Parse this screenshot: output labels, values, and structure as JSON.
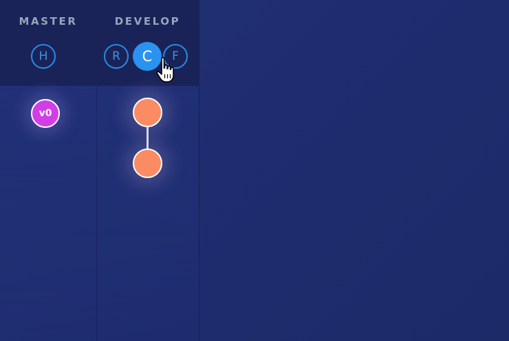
{
  "lanes": [
    {
      "title": "MASTER",
      "buttons": [
        "H"
      ],
      "commits": [
        {
          "label": "v0",
          "color": "#d23ee6"
        }
      ]
    },
    {
      "title": "DEVELOP",
      "buttons": [
        "R",
        "C",
        "F"
      ],
      "active_button": "C",
      "commits": [
        {
          "label": "",
          "color": "#fb8b62"
        },
        {
          "label": "",
          "color": "#fb8b62"
        }
      ]
    }
  ],
  "colors": {
    "background": "#1f2d70",
    "header": "#1a2358",
    "button_ring": "#2a8be6",
    "button_active": "#2a93f0"
  },
  "icons": {
    "cursor": "hand-pointer-icon"
  }
}
